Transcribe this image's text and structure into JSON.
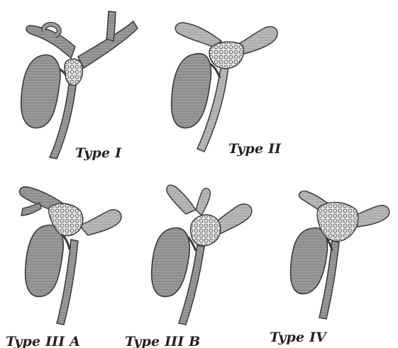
{
  "figure": {
    "panels": [
      {
        "label": "Type I"
      },
      {
        "label": "Type II"
      },
      {
        "label": "Type III A"
      },
      {
        "label": "Type III B"
      },
      {
        "label": "Type IV"
      }
    ]
  },
  "colors": {
    "organ_fill": "#8f8f8f",
    "organ_light": "#b9b9b9",
    "tumor_fill": "#dedede",
    "outline": "#3a3a3a",
    "label_text": "#222222"
  }
}
